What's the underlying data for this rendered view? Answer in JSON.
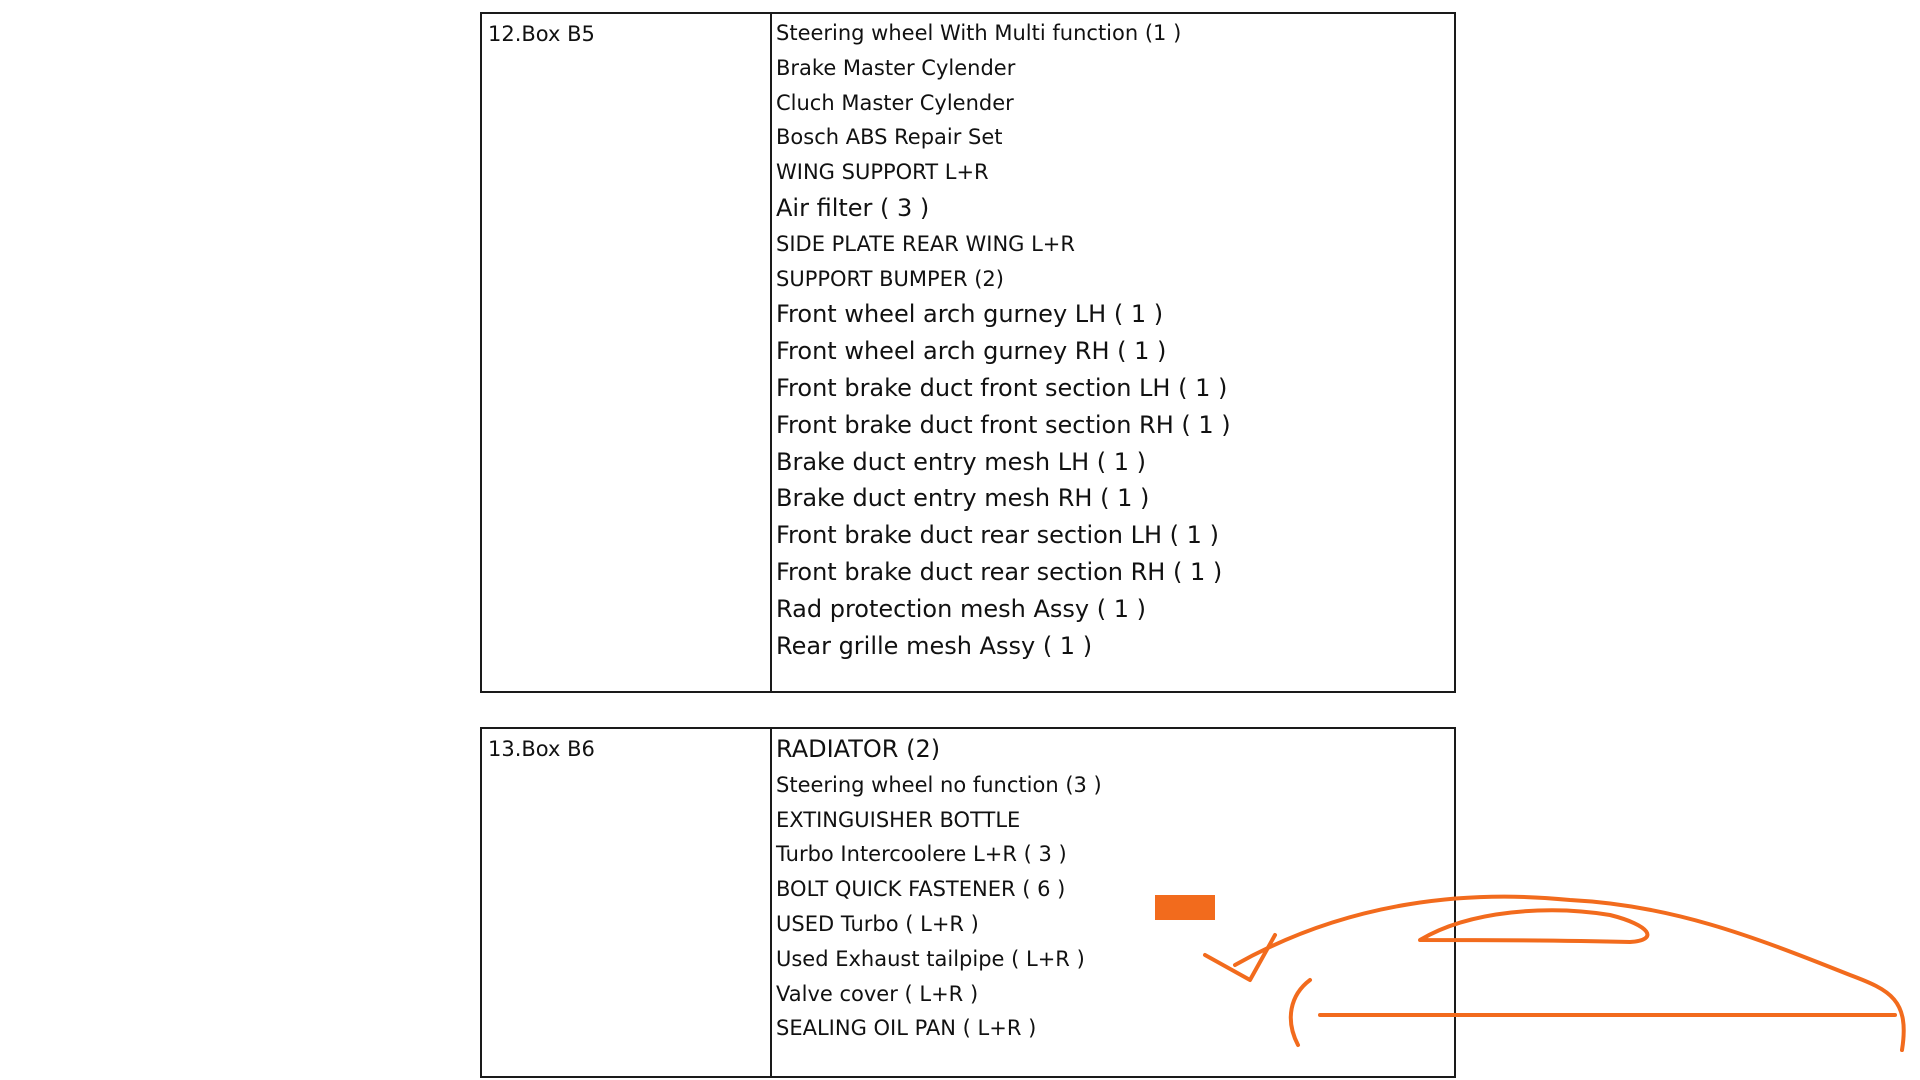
{
  "boxes": [
    {
      "label": "12.Box B5",
      "items": [
        "Steering wheel With Multi function (1 )",
        "Brake Master Cylender",
        "Cluch  Master Cylender",
        "Bosch ABS Repair Set",
        "WING SUPPORT L+R",
        "Air filter ( 3 )",
        "SIDE PLATE REAR WING L+R",
        "SUPPORT BUMPER (2)",
        "Front wheel arch gurney LH ( 1 )",
        "Front wheel arch gurney RH ( 1 )",
        "Front brake duct front section LH ( 1 )",
        "Front brake duct front section RH ( 1 )",
        "Brake duct entry mesh LH ( 1 )",
        "Brake duct entry mesh RH ( 1 )",
        "Front brake duct rear section LH ( 1 )",
        "Front brake duct rear section RH ( 1 )",
        "Rad protection mesh Assy ( 1 )",
        "Rear grille mesh Assy ( 1 )"
      ]
    },
    {
      "label": "13.Box B6",
      "items": [
        "RADIATOR (2)",
        "Steering wheel no function (3 )",
        "EXTINGUISHER BOTTLE",
        "Turbo Intercoolere  L+R ( 3 )",
        "BOLT QUICK FASTENER ( 6 )",
        "USED Turbo ( L+R )",
        "Used Exhaust tailpipe ( L+R )",
        "Valve cover ( L+R )",
        "SEALING OIL PAN ( L+R )"
      ]
    }
  ],
  "logo": {
    "icon": "sports-car-silhouette-icon",
    "color": "#f26b1d"
  }
}
